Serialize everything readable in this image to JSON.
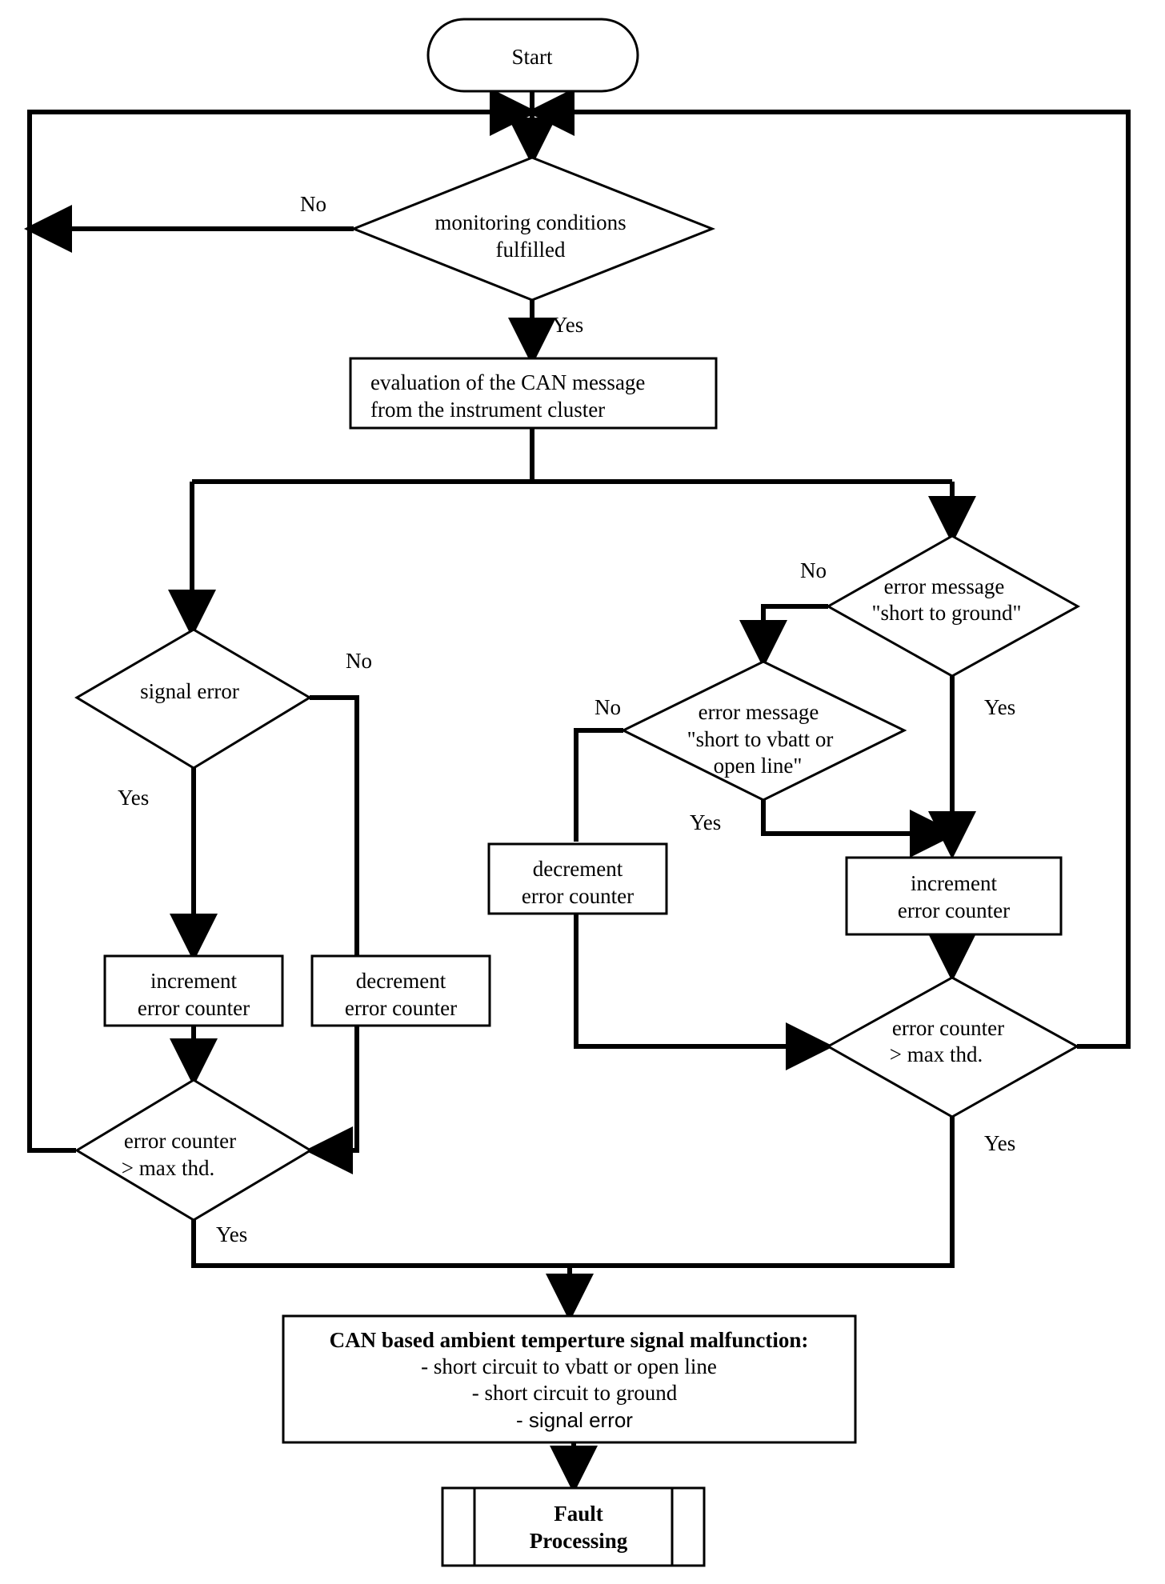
{
  "nodes": {
    "start": "Start",
    "monitoring": [
      "monitoring conditions",
      "fulfilled"
    ],
    "evaluation": [
      "evaluation of the CAN message",
      "from the instrument cluster"
    ],
    "signal_error": "signal error",
    "left_increment": [
      "increment",
      "error counter"
    ],
    "left_decrement": [
      "decrement",
      "error counter"
    ],
    "left_threshold": [
      "error counter",
      "> max thd."
    ],
    "short_to_ground": [
      "error message",
      "\"short to ground\""
    ],
    "short_to_vbatt": [
      "error message",
      "\"short to vbatt or",
      "open line\""
    ],
    "right_decrement": [
      "decrement",
      "error counter"
    ],
    "right_increment": [
      "increment",
      "error counter"
    ],
    "right_threshold": [
      "error counter",
      "> max thd."
    ],
    "malfunction": {
      "title": "CAN based ambient temperture signal malfunction:",
      "items": [
        "- short circuit to vbatt or open line",
        "- short circuit to ground",
        "- signal error"
      ]
    },
    "fault": [
      "Fault",
      "Processing"
    ]
  },
  "edge_labels": {
    "monitoring_no": "No",
    "monitoring_yes": "Yes",
    "signal_error_no": "No",
    "signal_error_yes": "Yes",
    "left_threshold_yes": "Yes",
    "short_to_ground_no": "No",
    "short_to_ground_yes": "Yes",
    "short_to_vbatt_no": "No",
    "short_to_vbatt_yes": "Yes",
    "right_threshold_yes": "Yes"
  }
}
